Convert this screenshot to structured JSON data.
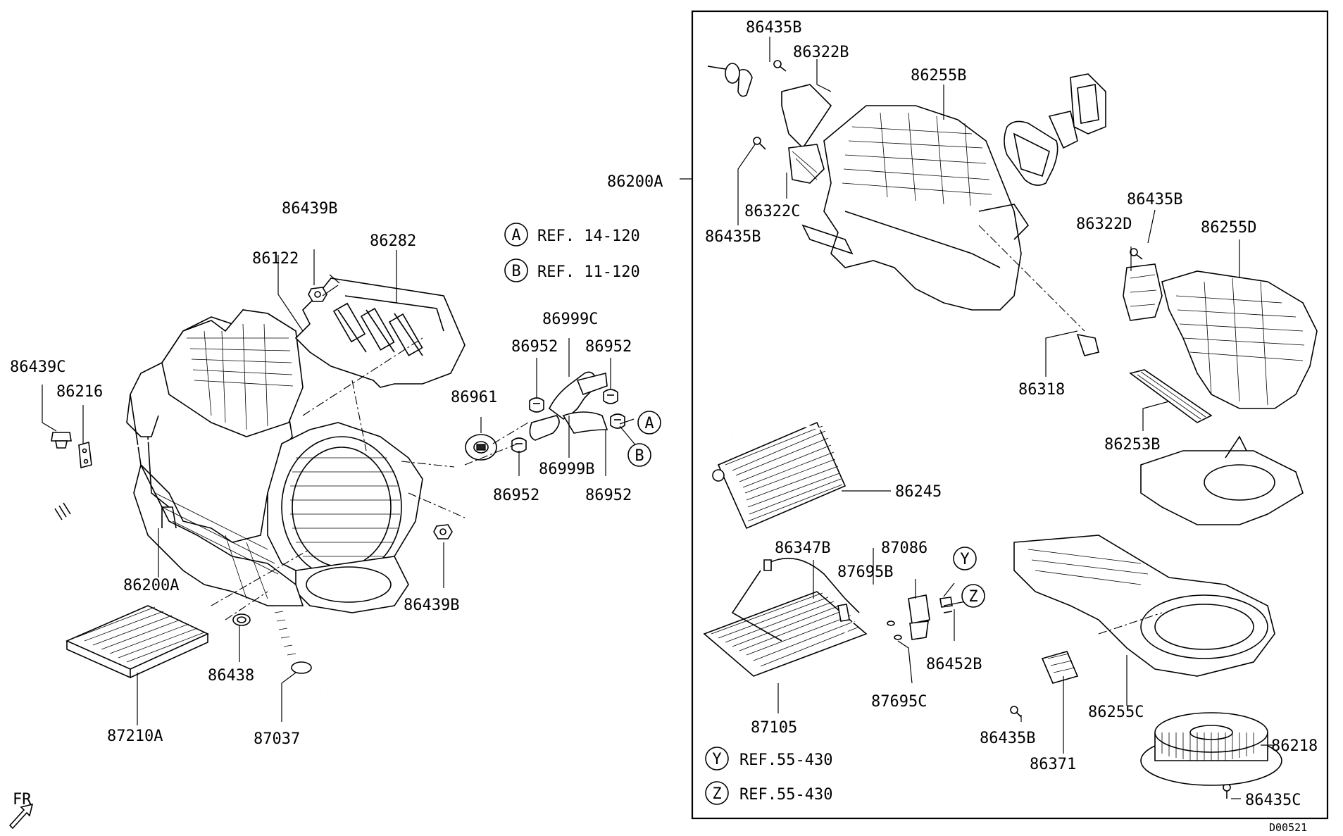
{
  "diagram": {
    "code": "D00521",
    "front_marker": "FR",
    "references": [
      {
        "id": "ref-a",
        "letter": "A",
        "text": "REF. 14-120"
      },
      {
        "id": "ref-b",
        "letter": "B",
        "text": "REF. 11-120"
      },
      {
        "id": "ref-y",
        "letter": "Y",
        "text": "REF.55-430"
      },
      {
        "id": "ref-z",
        "letter": "Z",
        "text": "REF.55-430"
      }
    ],
    "callouts": {
      "y": "Y",
      "z": "Z",
      "a": "A",
      "b": "B"
    },
    "parts_left": [
      "86439C",
      "86216",
      "86122",
      "86439B",
      "86282",
      "86200A",
      "86439B",
      "87210A",
      "86438",
      "87037",
      "86961",
      "86952",
      "86999C",
      "86952",
      "86952",
      "86999B",
      "86952"
    ],
    "parts_right": [
      "86435B",
      "86322B",
      "86255B",
      "86200A",
      "86322C",
      "86435B",
      "86318",
      "86322D",
      "86435B",
      "86255D",
      "86253B",
      "86245",
      "86347B",
      "87086",
      "87695B",
      "86452B",
      "87695C",
      "87105",
      "86255C",
      "86218",
      "86435B",
      "86371",
      "86435C"
    ]
  }
}
